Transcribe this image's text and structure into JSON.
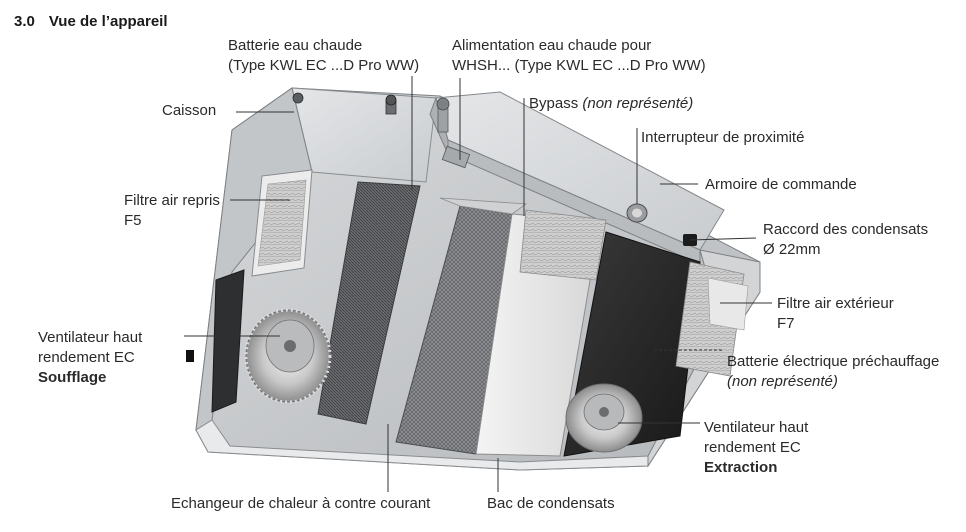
{
  "section": {
    "number": "3.0",
    "title": "Vue de l’appareil"
  },
  "labels": {
    "batterie_eau": {
      "line1": "Batterie eau chaude",
      "line2": "(Type KWL EC ...D Pro WW)"
    },
    "alimentation": {
      "line1": "Alimentation eau chaude pour",
      "line2": "WHSH... (Type KWL EC ...D Pro WW)"
    },
    "caisson": "Caisson",
    "bypass": {
      "text": "Bypass",
      "note": "(non représenté)"
    },
    "interrupteur": "Interrupteur de proximité",
    "armoire": "Armoire de commande",
    "filtre_repris": {
      "line1": "Filtre air repris",
      "line2": "F5"
    },
    "raccord": {
      "line1": "Raccord des condensats",
      "line2": "Ø 22mm"
    },
    "filtre_ext": {
      "line1": "Filtre air extérieur",
      "line2": "F7"
    },
    "ventilateur_souf": {
      "line1": "Ventilateur haut",
      "line2": "rendement EC",
      "line3": "Soufflage"
    },
    "batterie_elec": {
      "line1": "Batterie électrique préchauffage",
      "line2": "(non représenté)"
    },
    "ventilateur_ext": {
      "line1": "Ventilateur haut",
      "line2": "rendement EC",
      "line3": "Extraction"
    },
    "echangeur": "Echangeur de chaleur à contre courant",
    "bac": "Bac de condensats"
  }
}
